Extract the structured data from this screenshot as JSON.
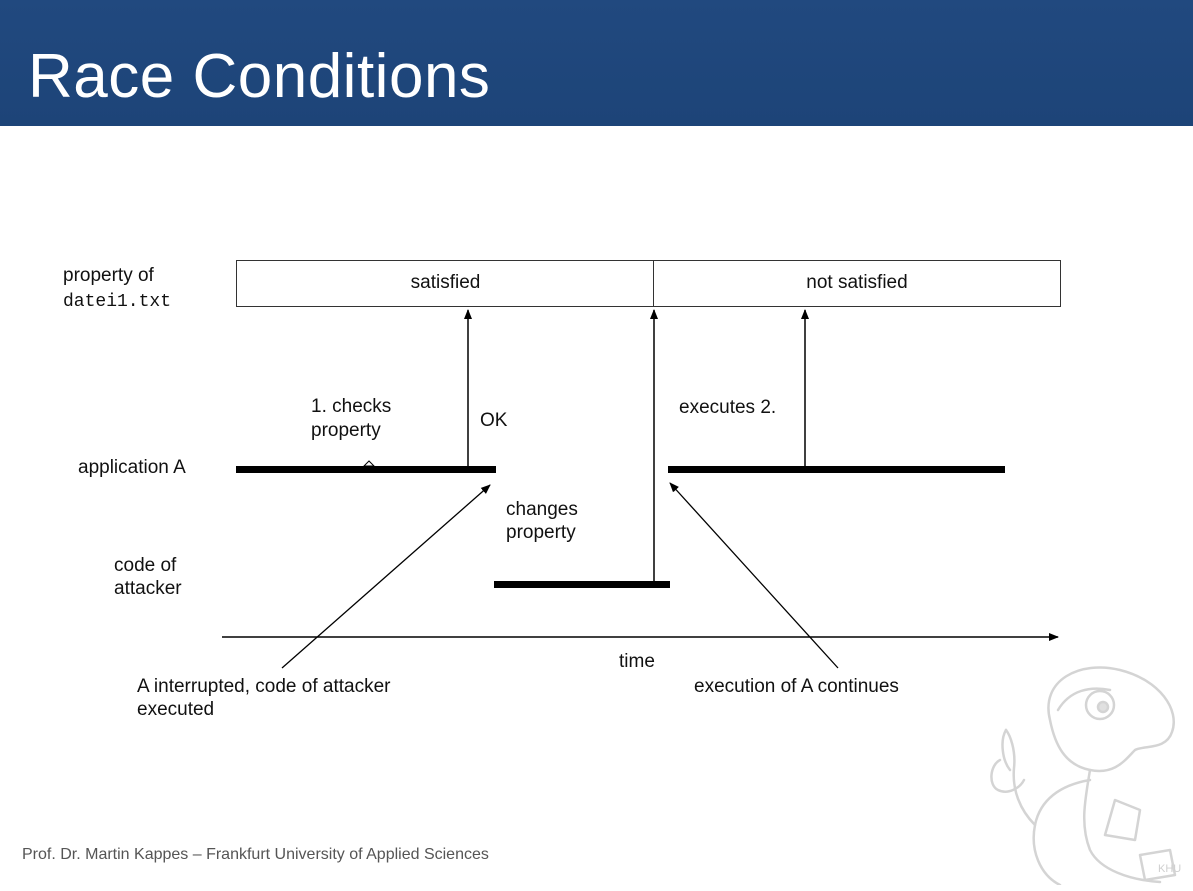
{
  "slide": {
    "title": "Race Conditions",
    "footer": "Prof. Dr. Martin Kappes – Frankfurt University of Applied Sciences"
  },
  "diagram": {
    "property_label_line1": "property of",
    "property_label_line2": "datei1.txt",
    "state_satisfied": "satisfied",
    "state_not_satisfied": "not satisfied",
    "row_application": "application A",
    "row_attacker_line1": "code of",
    "row_attacker_line2": "attacker",
    "step_checks_line1": "1. checks",
    "step_checks_line2": "property",
    "ok": "OK",
    "executes": "executes 2.",
    "changes_line1": "changes",
    "changes_line2": "property",
    "time_axis": "time",
    "note_interrupted_line1": "A interrupted, code of attacker",
    "note_interrupted_line2": "executed",
    "note_continues": "execution of A continues"
  },
  "logo": {
    "text": "KHU"
  }
}
